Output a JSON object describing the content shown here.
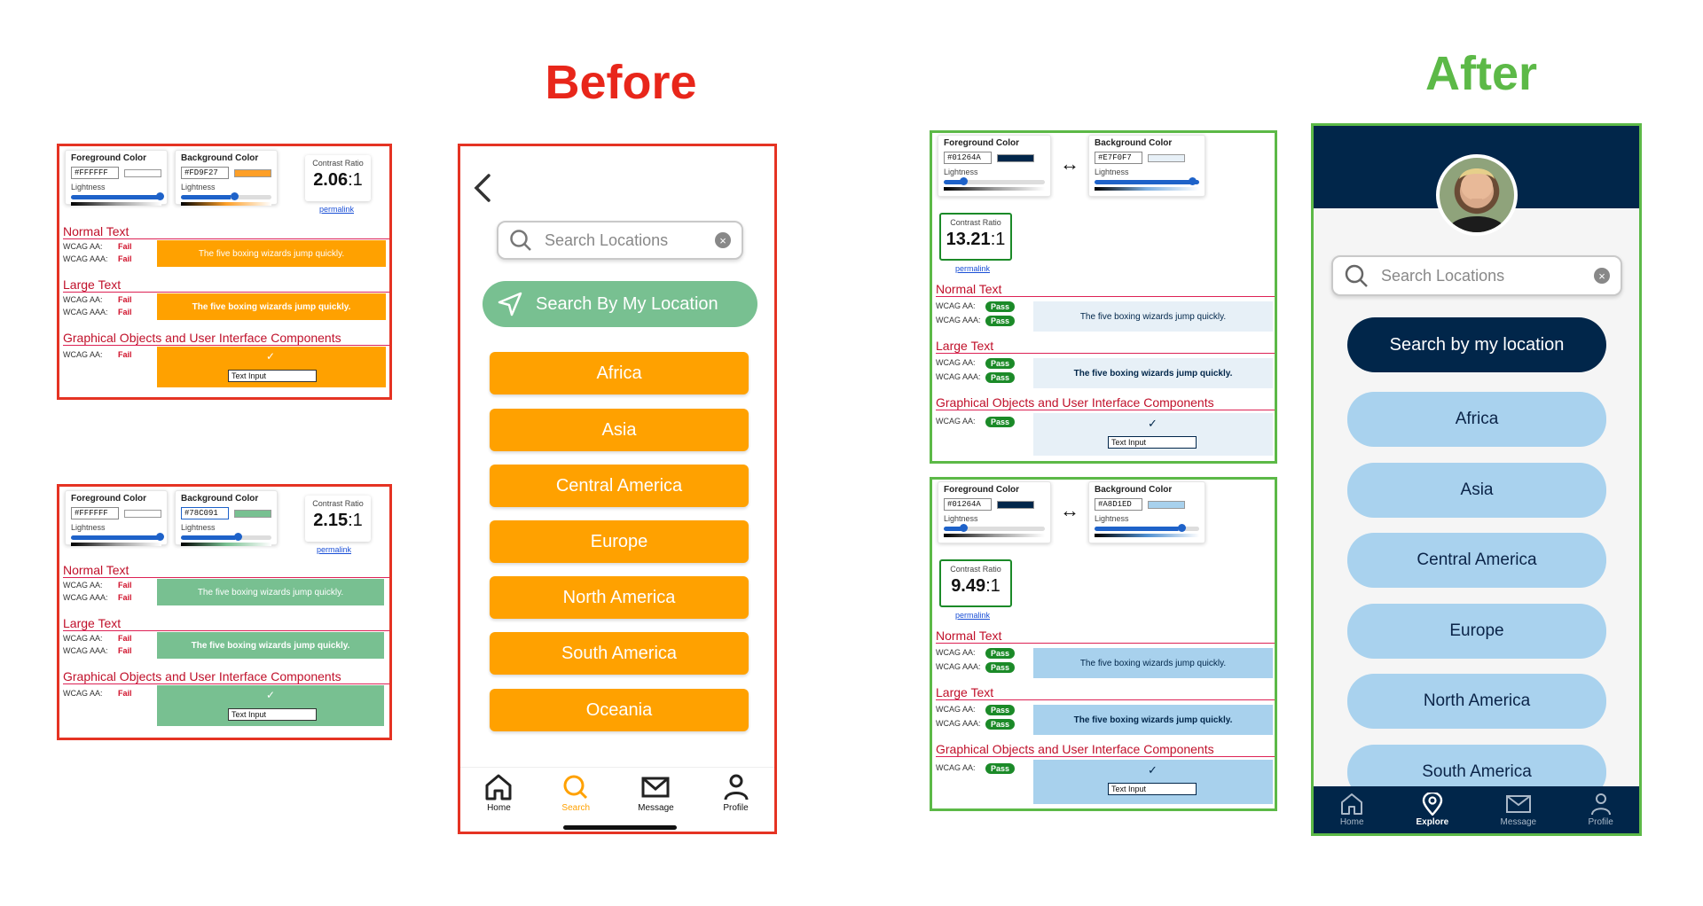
{
  "headings": {
    "before": "Before",
    "after": "After"
  },
  "colors": {
    "red": "#e53323",
    "green": "#5cb947",
    "orange": "#ffa100",
    "navy": "#01264a",
    "lightblue": "#a9d2ee",
    "passGreen": "#1b8a28"
  },
  "checker": {
    "fg_label": "Foreground Color",
    "bg_label": "Background Color",
    "lightness": "Lightness",
    "ratio_label": "Contrast Ratio",
    "permalink": "permalink",
    "normal_text": "Normal Text",
    "large_text": "Large Text",
    "graphical": "Graphical Objects and User Interface Components",
    "wcag_aa": "WCAG AA:",
    "wcag_aaa": "WCAG AAA:",
    "fail": "Fail",
    "pass": "Pass",
    "sample": "The five boxing wizards jump quickly.",
    "text_input": "Text Input",
    "check": "✓",
    "swap": "↔"
  },
  "cards": [
    {
      "fg": "#FFFFFF",
      "bg": "#FD9F27",
      "ratio": "2.06",
      "fgcolor": "#ffffff",
      "bgcolor": "#fd9f27"
    },
    {
      "fg": "#FFFFFF",
      "bg": "#78C091",
      "ratio": "2.15",
      "fgcolor": "#ffffff",
      "bgcolor": "#78c091"
    },
    {
      "fg": "#01264A",
      "bg": "#E7F0F7",
      "ratio": "13.21",
      "fgcolor": "#01264a",
      "bgcolor": "#e7f0f7"
    },
    {
      "fg": "#01264A",
      "bg": "#A8D1ED",
      "ratio": "9.49",
      "fgcolor": "#01264a",
      "bgcolor": "#a8d1ed"
    }
  ],
  "ratio_suffix": ":1",
  "before_phone": {
    "search_placeholder": "Search Locations",
    "location_button": "Search By My Location",
    "regions": [
      "Africa",
      "Asia",
      "Central America",
      "Europe",
      "North America",
      "South America",
      "Oceania"
    ],
    "nav": [
      "Home",
      "Search",
      "Message",
      "Profile"
    ]
  },
  "after_phone": {
    "search_placeholder": "Search Locations",
    "location_button": "Search by my location",
    "regions": [
      "Africa",
      "Asia",
      "Central America",
      "Europe",
      "North America",
      "South America"
    ],
    "nav": [
      "Home",
      "Explore",
      "Message",
      "Profile"
    ]
  }
}
